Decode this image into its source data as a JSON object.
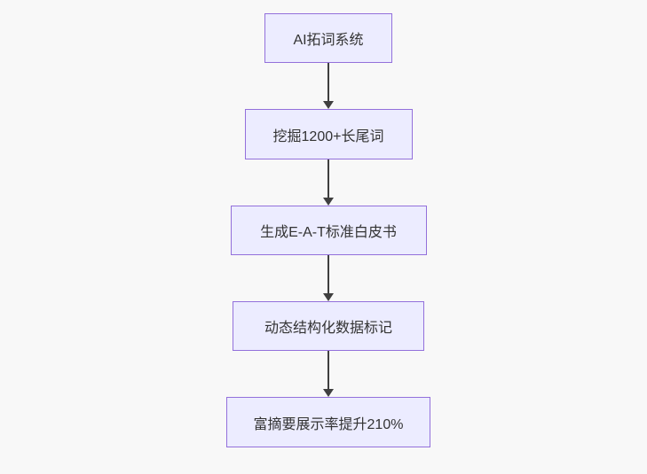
{
  "diagram": {
    "type": "flowchart-top-down",
    "nodes": [
      {
        "label": "AI拓词系统"
      },
      {
        "label": "挖掘1200+长尾词"
      },
      {
        "label": "生成E-A-T标准白皮书"
      },
      {
        "label": "动态结构化数据标记"
      },
      {
        "label": "富摘要展示率提升210%"
      }
    ],
    "edges": [
      {
        "from": "AI拓词系统",
        "to": "挖掘1200+长尾词"
      },
      {
        "from": "挖掘1200+长尾词",
        "to": "生成E-A-T标准白皮书"
      },
      {
        "from": "生成E-A-T标准白皮书",
        "to": "动态结构化数据标记"
      },
      {
        "from": "动态结构化数据标记",
        "to": "富摘要展示率提升210%"
      }
    ],
    "colors": {
      "page_bg": "#f8f8f8",
      "node_fill": "#ECECFF",
      "node_border": "#9370DB",
      "text_color": "#333333",
      "arrow_color": "#3f3f3f"
    }
  }
}
